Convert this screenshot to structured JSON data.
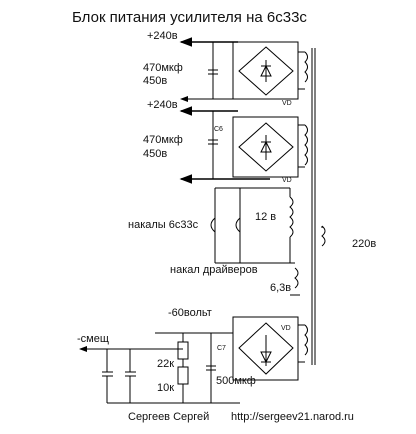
{
  "title": "Блок питания усилителя на 6с33с",
  "labels": {
    "out1": "+240в",
    "cap1_value": "470мкф",
    "cap1_voltage": "450в",
    "out2": "+240в",
    "cap2_name": "C6",
    "cap2_value": "470мкф",
    "cap2_voltage": "450в",
    "vd1": "VD",
    "vd2": "VD",
    "vd3": "VD",
    "heater_main": "накалы 6с33с",
    "heater_main_voltage": "12 в",
    "mains_voltage": "220в",
    "heater_drivers": "накал драйверов",
    "heater_drivers_voltage": "6,3в",
    "bias_rail": "-60вольт",
    "bias_out": "-смещ",
    "r1": "22к",
    "r2": "10к",
    "cap3_name": "C7",
    "cap3_value": "500мкф",
    "author": "Сергеев Сергей",
    "site": "http://sergeev21.narod.ru"
  }
}
